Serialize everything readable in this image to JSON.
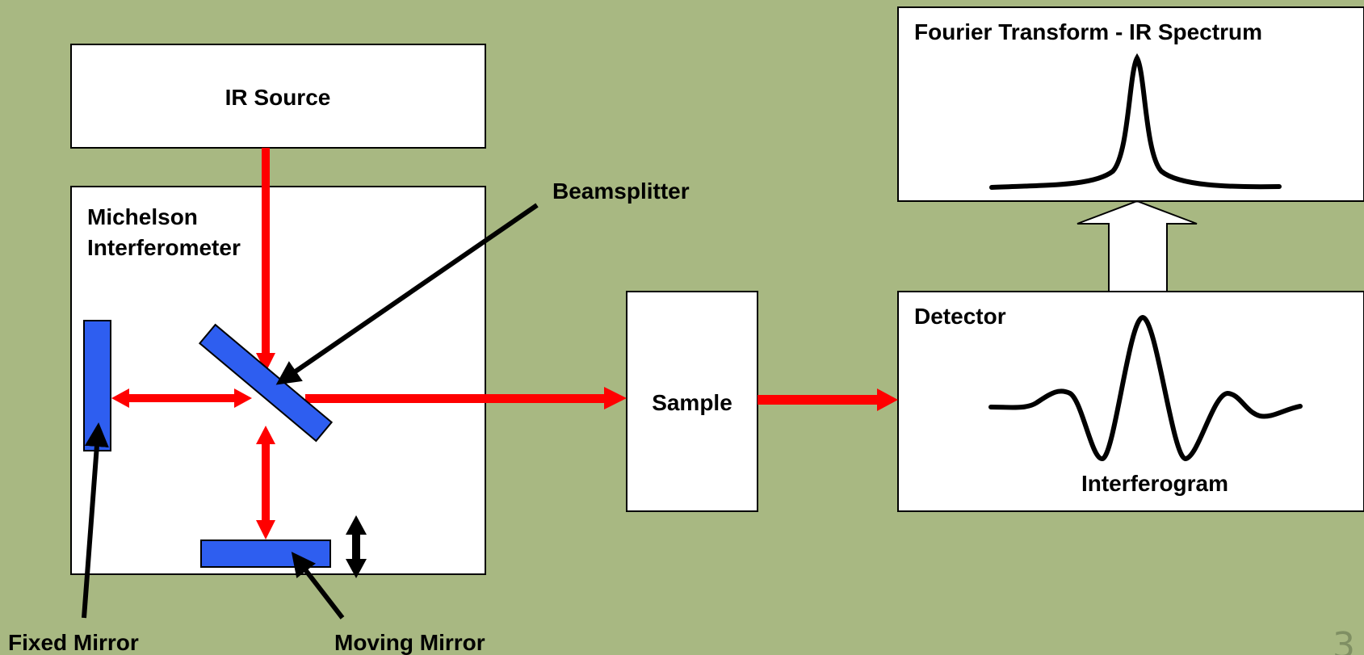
{
  "labels": {
    "ir_source": "IR Source",
    "interferometer_line1": "Michelson",
    "interferometer_line2": "Interferometer",
    "beamsplitter": "Beamsplitter",
    "sample": "Sample",
    "detector": "Detector",
    "interferogram": "Interferogram",
    "spectrum_title": "Fourier Transform - IR Spectrum",
    "fixed_mirror": "Fixed Mirror",
    "moving_mirror": "Moving Mirror"
  },
  "slide_number": "3",
  "colors": {
    "background": "#a8b882",
    "beam": "#ff0000",
    "mirror": "#2e5ef0",
    "box": "#ffffff"
  }
}
